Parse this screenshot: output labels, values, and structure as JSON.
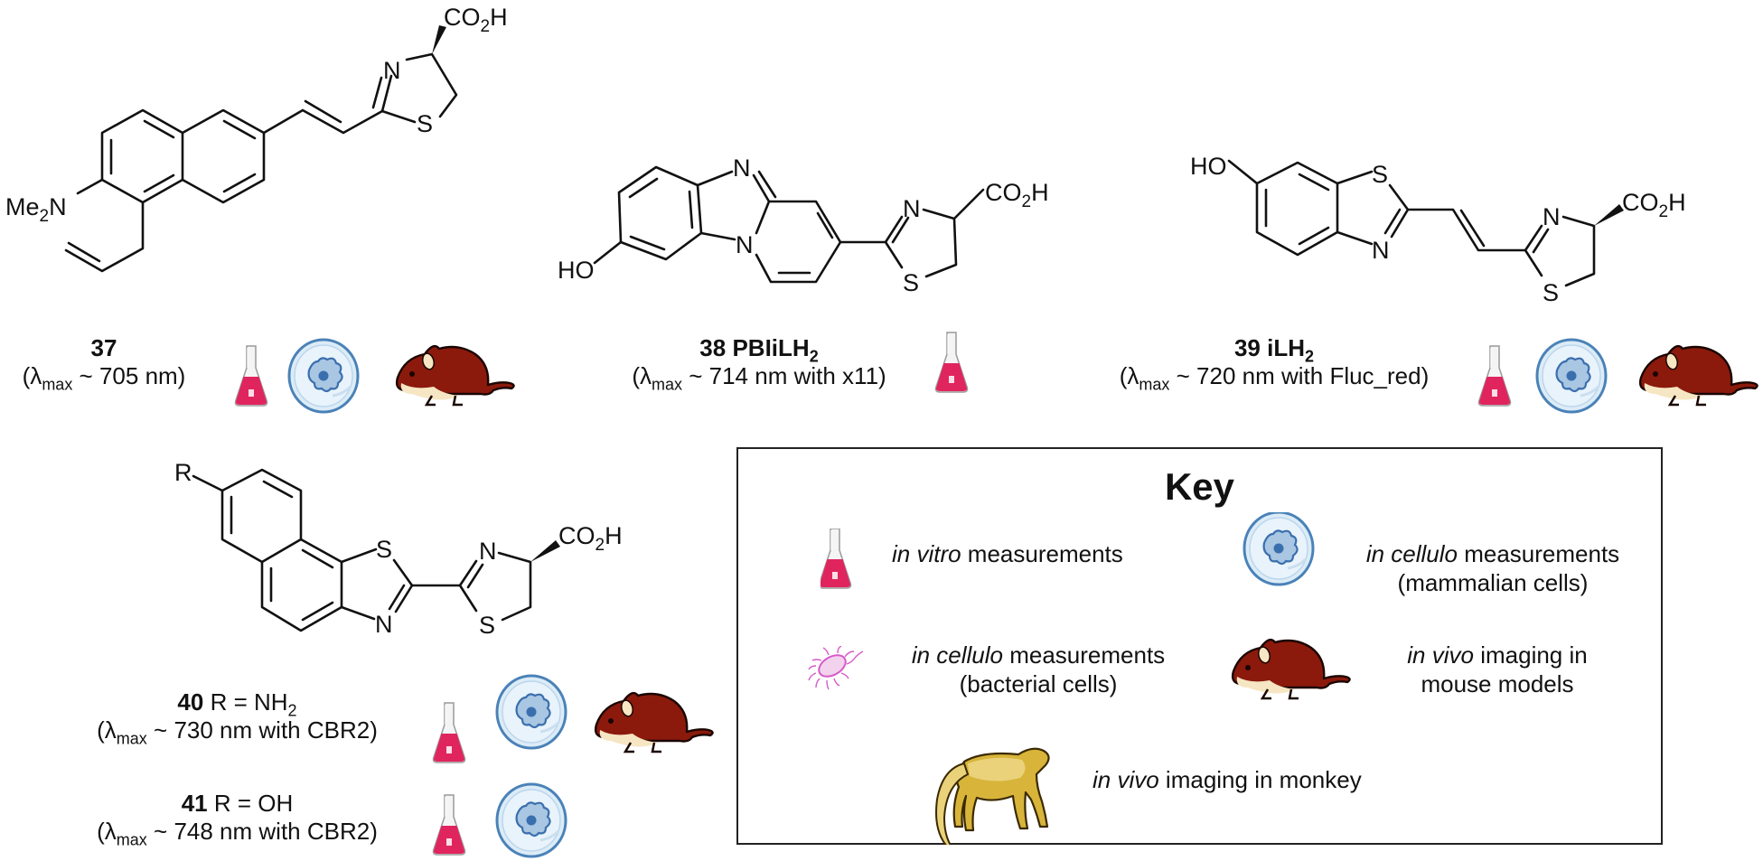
{
  "figure": {
    "compounds": [
      {
        "id": "37",
        "number": "37",
        "name": "",
        "substituent": "",
        "lambda_prefix": "(λ",
        "lambda_sub": "max",
        "lambda_value": " ~ 705 nm)",
        "icons": [
          "in-vitro-flask",
          "mammalian-cell-dish",
          "mouse"
        ]
      },
      {
        "id": "38",
        "number": "38",
        "name": "PBIiLH",
        "name_sub": "2",
        "lambda_prefix": "(λ",
        "lambda_sub": "max",
        "lambda_value": " ~ 714 nm with x11)",
        "icons": [
          "in-vitro-flask"
        ]
      },
      {
        "id": "39",
        "number": "39",
        "name": "iLH",
        "name_sub": "2",
        "lambda_prefix": "(λ",
        "lambda_sub": "max",
        "lambda_value": " ~ 720 nm with Fluc_red)",
        "icons": [
          "in-vitro-flask",
          "mammalian-cell-dish",
          "mouse"
        ]
      },
      {
        "id": "40",
        "number": "40",
        "substituent": "R = NH",
        "substituent_sub": "2",
        "lambda_prefix": "(λ",
        "lambda_sub": "max",
        "lambda_value": " ~ 730 nm with CBR2)",
        "icons": [
          "in-vitro-flask",
          "mammalian-cell-dish",
          "mouse"
        ]
      },
      {
        "id": "41",
        "number": "41",
        "substituent": "R = OH",
        "lambda_prefix": "(λ",
        "lambda_sub": "max",
        "lambda_value": " ~ 748 nm with CBR2)",
        "icons": [
          "in-vitro-flask",
          "mammalian-cell-dish"
        ]
      }
    ],
    "atom_labels": {
      "co2h_main": "CO",
      "co2h_sub": "2",
      "co2h_tail": "H",
      "me2n_main": "Me",
      "me2n_sub": "2",
      "me2n_tail": "N",
      "N": "N",
      "S": "S",
      "HO": "HO",
      "R": "R"
    },
    "key": {
      "title": "Key",
      "items": [
        {
          "icon": "in-vitro-flask",
          "italic": "in vitro",
          "text": " measurements",
          "line2": ""
        },
        {
          "icon": "mammalian-cell-dish",
          "italic": "in cellulo",
          "text": " measurements",
          "line2": "(mammalian cells)"
        },
        {
          "icon": "bacterium",
          "italic": "in cellulo",
          "text": " measurements",
          "line2": "(bacterial cells)"
        },
        {
          "icon": "mouse",
          "italic": "in vivo",
          "text": " imaging in",
          "line2": "mouse models"
        },
        {
          "icon": "monkey",
          "italic": "in vivo",
          "text": " imaging in monkey",
          "line2": ""
        }
      ]
    },
    "colors": {
      "flask_liquid": "#e0245e",
      "dish_fill": "#dcecf7",
      "dish_rim": "#4a82b8",
      "cell_fill": "#a9c6e2",
      "cell_nucleus": "#3a6fae",
      "mouse_body": "#8b1a0c",
      "mouse_belly": "#f6e6c3",
      "bacterium": "#d65ac8",
      "monkey_body": "#d8b43a",
      "monkey_light": "#ead27b"
    }
  }
}
